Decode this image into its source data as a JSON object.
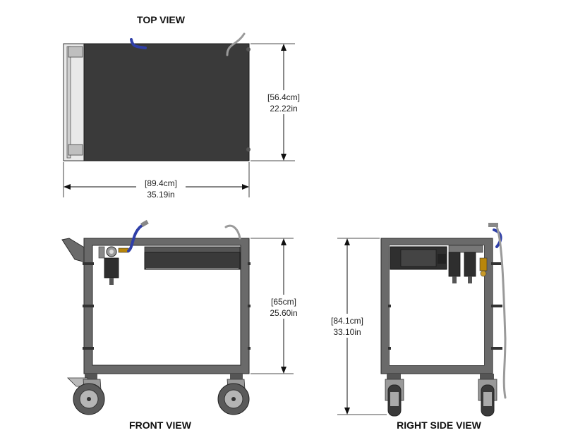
{
  "views": {
    "top": "TOP VIEW",
    "front": "FRONT VIEW",
    "right": "RIGHT SIDE VIEW"
  },
  "dimensions": {
    "top_depth": {
      "metric": "56.4cm",
      "imperial": "22.22in"
    },
    "top_width": {
      "metric": "89.4cm",
      "imperial": "35.19in"
    },
    "front_frame_height": {
      "metric": "65cm",
      "imperial": "25.60in"
    },
    "side_total_height": {
      "metric": "84.1cm",
      "imperial": "33.10in"
    }
  },
  "colors": {
    "frame": "#6a6a6a",
    "top_panel": "#3a3a3a",
    "air_hose": "#2f3fa8"
  }
}
